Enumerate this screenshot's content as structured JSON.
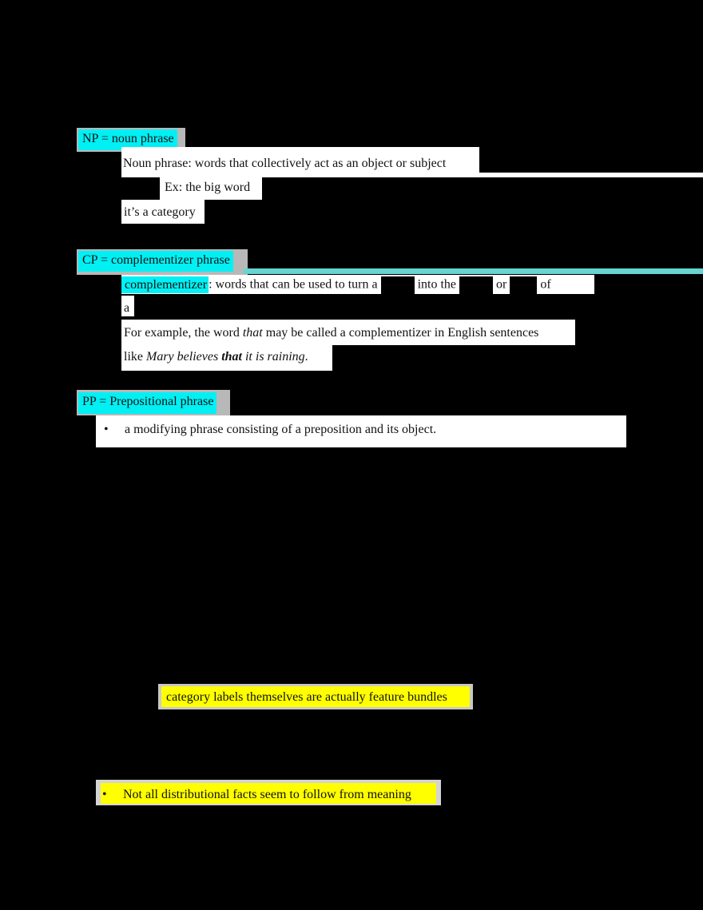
{
  "sections": {
    "np": {
      "heading": "NP = noun phrase",
      "definition": "Noun phrase: words that collectively act as an object or subject",
      "example": "Ex: the big word",
      "note": "it’s a category"
    },
    "cp": {
      "heading": "CP = complementizer phrase",
      "term": "complementizer",
      "definition_part1": ": words that can be used to turn a",
      "definition_part2": "into the",
      "definition_part3": "or",
      "definition_part4": "of",
      "definition_line2": "a",
      "example_line1_a": "For example, the word ",
      "example_line1_italic": "that",
      "example_line1_b": " may be called a complementizer in English sentences",
      "example_line2_a": "like ",
      "example_line2_italic1": "Mary believes ",
      "example_line2_bold": "that",
      "example_line2_italic2": " it is raining",
      "example_line2_end": "."
    },
    "pp": {
      "heading": "PP = Prepositional phrase",
      "bullet": "a modifying phrase consisting of a preposition and its object."
    },
    "feature_note": "category labels themselves are actually feature bundles",
    "distribution_bullet": "Not all distributional facts seem to follow from meaning"
  },
  "colors": {
    "heading_highlight": "#00f0f4",
    "note_highlight": "#ffff00",
    "rule_line": "#66d4d0",
    "background": "#000000"
  }
}
